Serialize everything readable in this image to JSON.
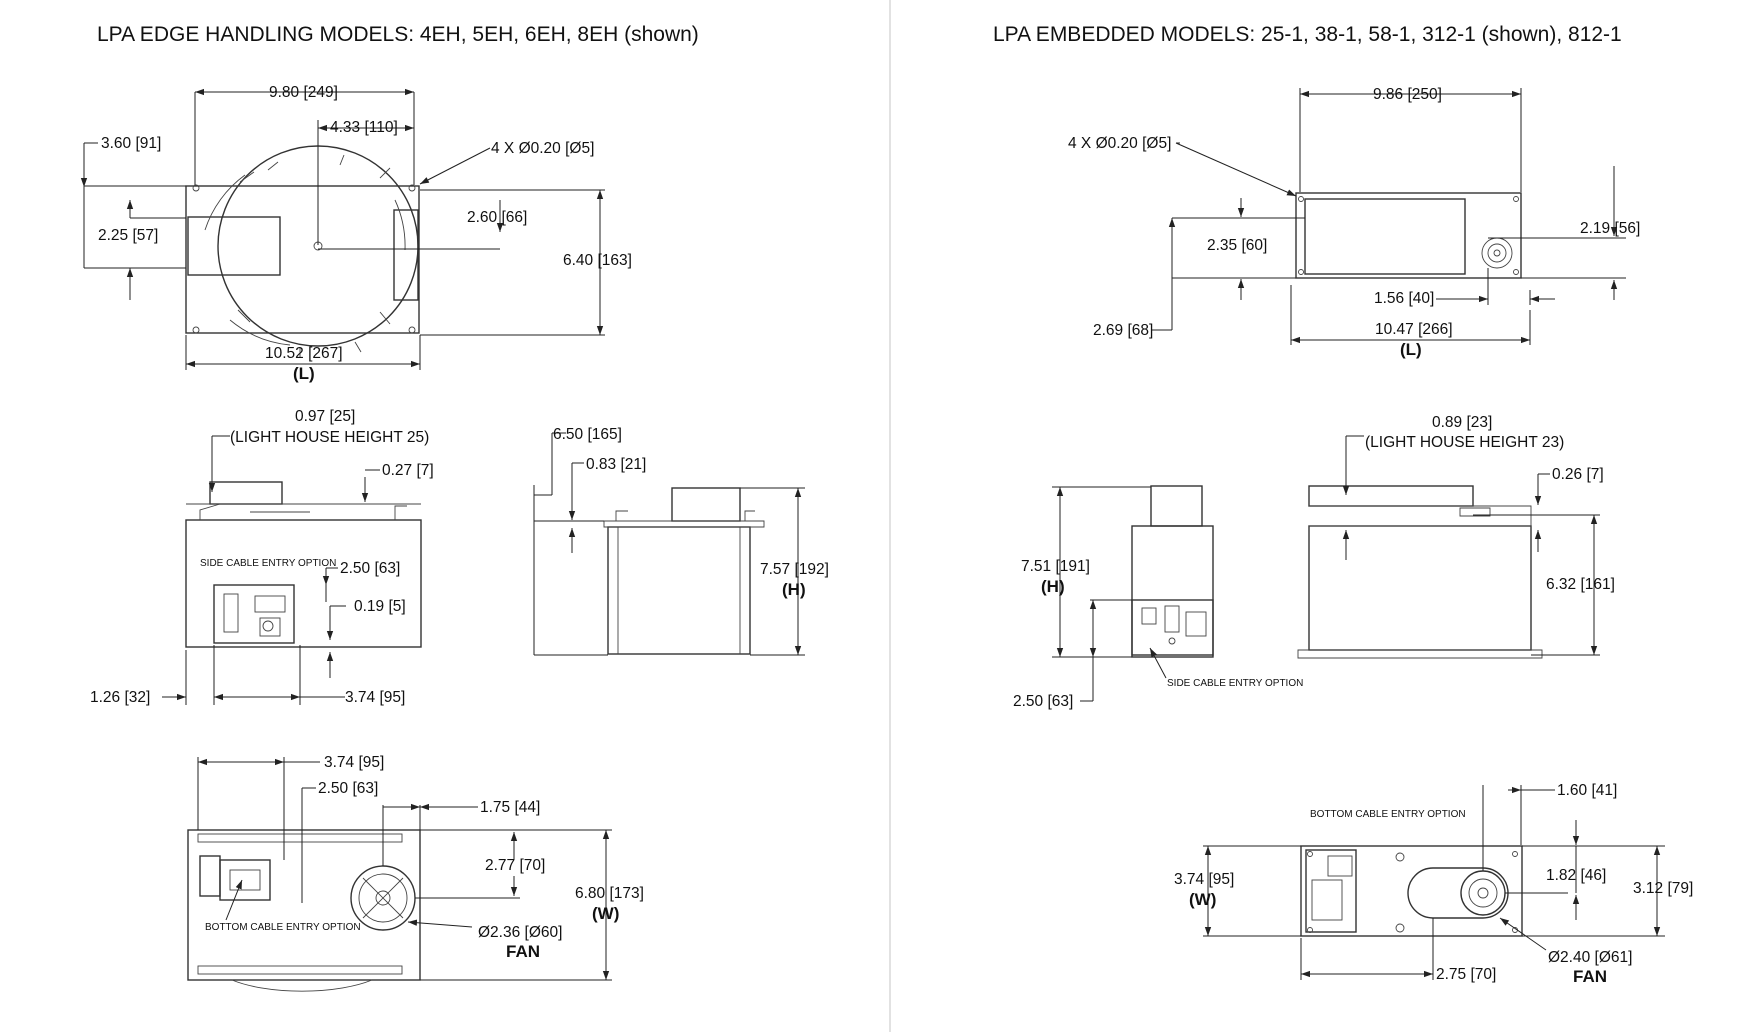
{
  "left": {
    "title": "LPA EDGE HANDLING MODELS: 4EH, 5EH, 6EH, 8EH (shown)",
    "top_view": {
      "d_980": "9.80 [249]",
      "d_433": "4.33 [110]",
      "d_360": "3.60 [91]",
      "holes": "4 X Ø0.20 [Ø5]",
      "d_260": "2.60 [66]",
      "d_225": "2.25 [57]",
      "d_640": "6.40 [163]",
      "d_1052": "10.52 [267]",
      "length_tag": "(L)"
    },
    "front_view": {
      "d_097": "0.97 [25]",
      "lighthouse": "(LIGHT HOUSE HEIGHT 25)",
      "d_027": "0.27 [7]",
      "side_cable": "SIDE CABLE ENTRY OPTION",
      "d_250": "2.50 [63]",
      "d_019": "0.19 [5]",
      "d_126": "1.26 [32]",
      "d_374": "3.74 [95]"
    },
    "side_view": {
      "d_650": "6.50 [165]",
      "d_083": "0.83 [21]",
      "d_757": "7.57 [192]",
      "height_tag": "(H)"
    },
    "bottom_view": {
      "d_374": "3.74 [95]",
      "d_250": "2.50 [63]",
      "d_175": "1.75 [44]",
      "d_277": "2.77 [70]",
      "d_680": "6.80 [173]",
      "width_tag": "(W)",
      "bottom_cable": "BOTTOM CABLE ENTRY OPTION",
      "fan_dia": "Ø2.36 [Ø60]",
      "fan": "FAN"
    }
  },
  "right": {
    "title": "LPA EMBEDDED MODELS: 25-1, 38-1, 58-1, 312-1 (shown), 812-1",
    "top_view": {
      "d_986": "9.86 [250]",
      "holes": "4 X Ø0.20 [Ø5]",
      "d_235": "2.35 [60]",
      "d_219": "2.19 [56]",
      "d_156": "1.56 [40]",
      "d_269": "2.69 [68]",
      "d_1047": "10.47 [266]",
      "length_tag": "(L)"
    },
    "side_view": {
      "d_751": "7.51 [191]",
      "height_tag": "(H)",
      "side_cable": "SIDE CABLE ENTRY OPTION",
      "d_250": "2.50 [63]"
    },
    "front_view": {
      "d_089": "0.89 [23]",
      "lighthouse": "(LIGHT HOUSE HEIGHT 23)",
      "d_026": "0.26 [7]",
      "d_632": "6.32 [161]"
    },
    "bottom_view": {
      "bottom_cable": "BOTTOM CABLE ENTRY OPTION",
      "d_160": "1.60 [41]",
      "d_374": "3.74 [95]",
      "width_tag": "(W)",
      "d_182": "1.82 [46]",
      "d_312": "3.12 [79]",
      "fan_dia": "Ø2.40 [Ø61]",
      "fan": "FAN",
      "d_275": "2.75 [70]"
    }
  }
}
